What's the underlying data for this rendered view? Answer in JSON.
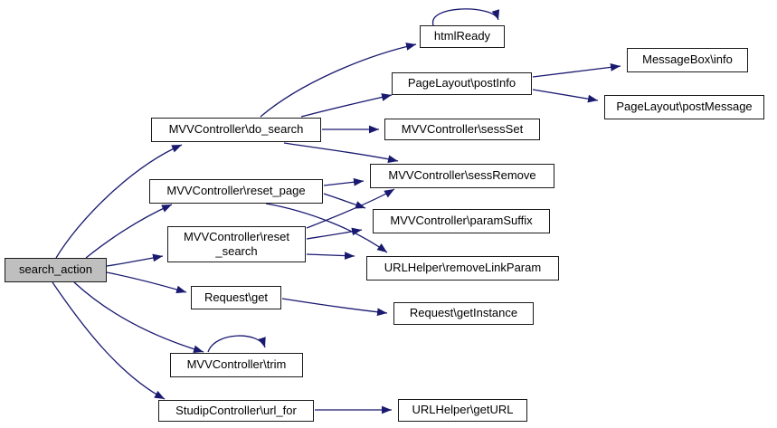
{
  "diagram": {
    "kind": "call-graph",
    "root_function": "search_action",
    "edge_color": "#191970",
    "node_fill": "#ffffff",
    "node_border_color": "#1a1a1a",
    "root_fill": "#bfbfbf",
    "text_color": "#000000"
  },
  "nodes": {
    "search_action": {
      "label": "search_action"
    },
    "do_search": {
      "label": "MVVController\\do_search"
    },
    "reset_page": {
      "label": "MVVController\\reset_page"
    },
    "reset_search": {
      "label": "MVVController\\reset\n_search"
    },
    "request_get": {
      "label": "Request\\get"
    },
    "trim": {
      "label": "MVVController\\trim"
    },
    "url_for": {
      "label": "StudipController\\url_for"
    },
    "htmlReady": {
      "label": "htmlReady"
    },
    "postInfo": {
      "label": "PageLayout\\postInfo"
    },
    "sessSet": {
      "label": "MVVController\\sessSet"
    },
    "sessRemove": {
      "label": "MVVController\\sessRemove"
    },
    "paramSuffix": {
      "label": "MVVController\\paramSuffix"
    },
    "removeLinkParam": {
      "label": "URLHelper\\removeLinkParam"
    },
    "getInstance": {
      "label": "Request\\getInstance"
    },
    "messagebox_info": {
      "label": "MessageBox\\info"
    },
    "postMessage": {
      "label": "PageLayout\\postMessage"
    },
    "getURL": {
      "label": "URLHelper\\getURL"
    }
  },
  "edges": [
    {
      "from": "search_action",
      "to": "do_search"
    },
    {
      "from": "search_action",
      "to": "reset_page"
    },
    {
      "from": "search_action",
      "to": "reset_search"
    },
    {
      "from": "search_action",
      "to": "request_get"
    },
    {
      "from": "search_action",
      "to": "trim"
    },
    {
      "from": "search_action",
      "to": "url_for"
    },
    {
      "from": "do_search",
      "to": "htmlReady"
    },
    {
      "from": "do_search",
      "to": "postInfo"
    },
    {
      "from": "do_search",
      "to": "sessSet"
    },
    {
      "from": "do_search",
      "to": "sessRemove"
    },
    {
      "from": "htmlReady",
      "to": "htmlReady"
    },
    {
      "from": "postInfo",
      "to": "messagebox_info"
    },
    {
      "from": "postInfo",
      "to": "postMessage"
    },
    {
      "from": "reset_page",
      "to": "sessRemove"
    },
    {
      "from": "reset_page",
      "to": "paramSuffix"
    },
    {
      "from": "reset_page",
      "to": "removeLinkParam"
    },
    {
      "from": "reset_search",
      "to": "sessRemove"
    },
    {
      "from": "reset_search",
      "to": "paramSuffix"
    },
    {
      "from": "reset_search",
      "to": "removeLinkParam"
    },
    {
      "from": "request_get",
      "to": "getInstance"
    },
    {
      "from": "trim",
      "to": "trim"
    },
    {
      "from": "url_for",
      "to": "getURL"
    }
  ]
}
